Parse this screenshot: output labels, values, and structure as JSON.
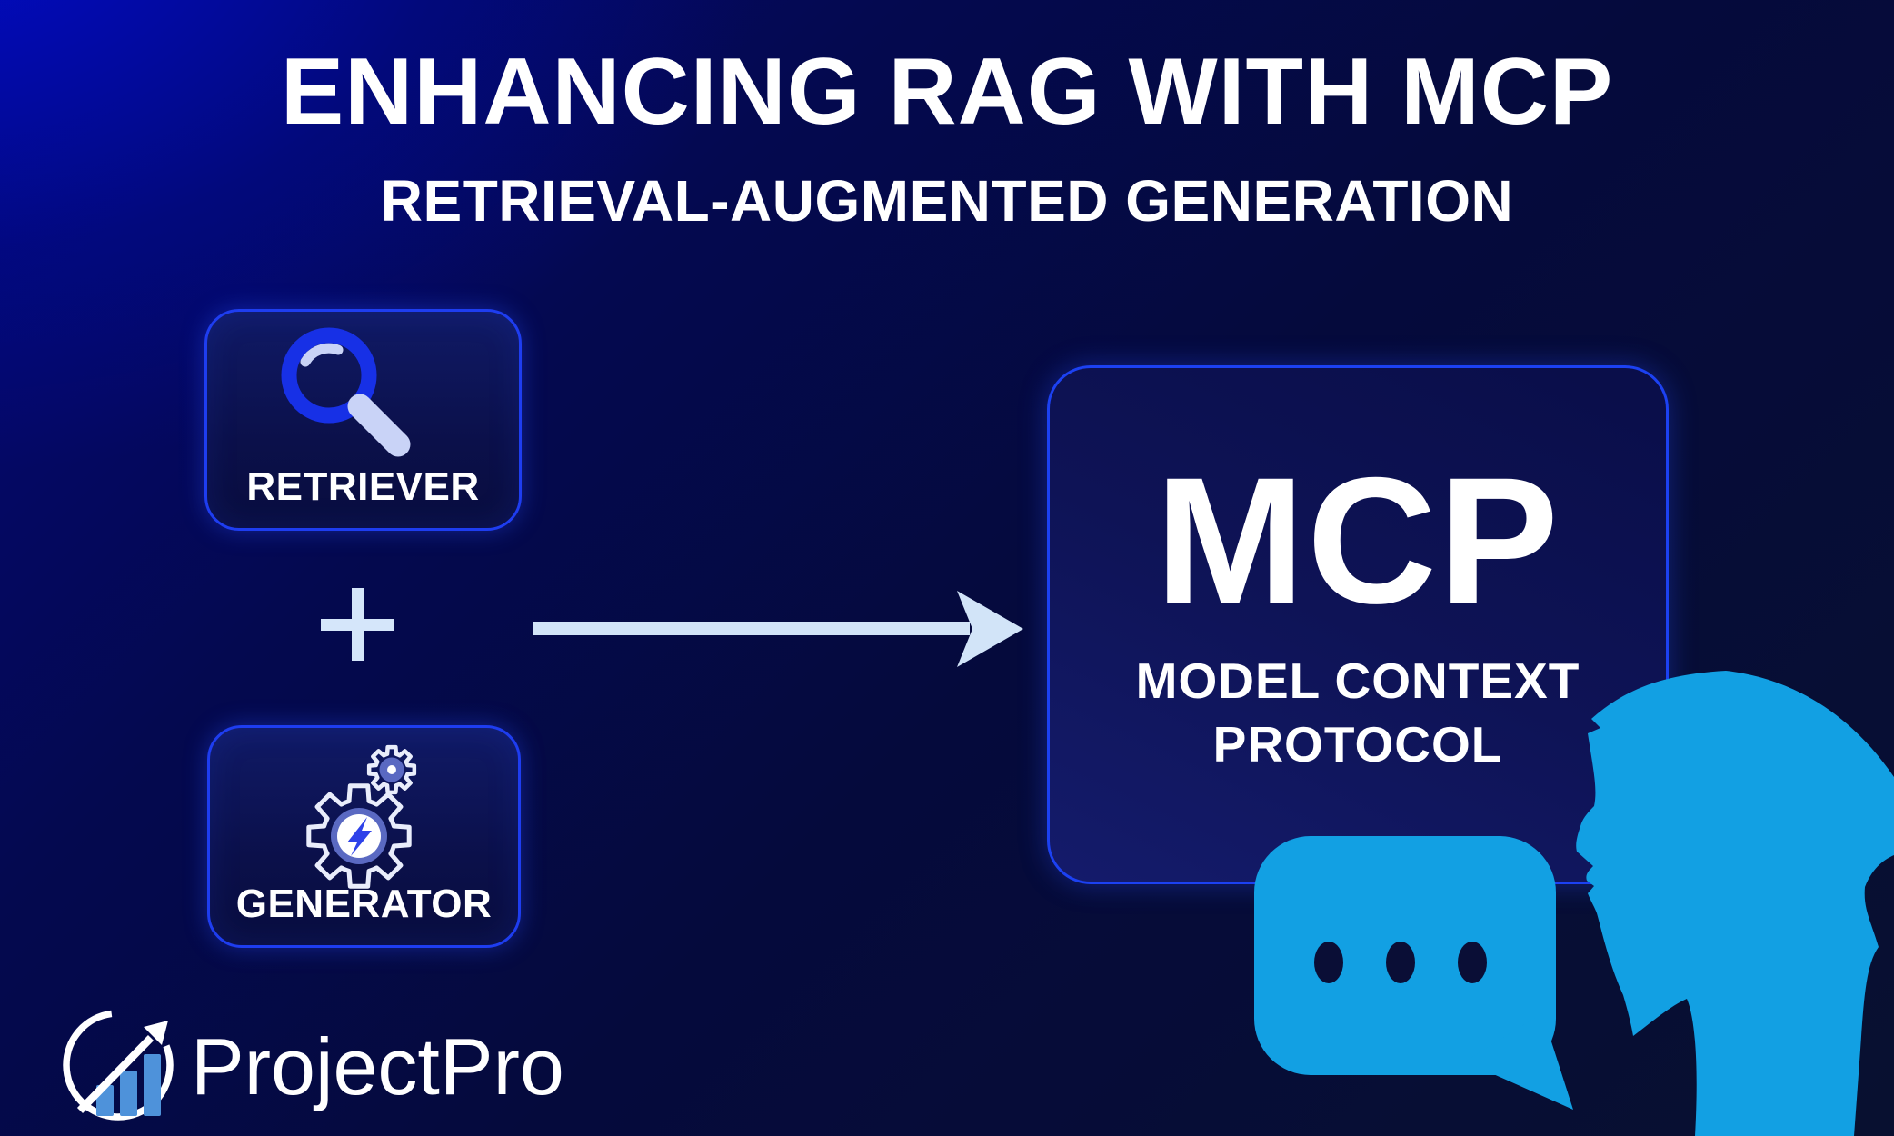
{
  "header": {
    "title": "ENHANCING RAG WITH MCP",
    "subtitle": "RETRIEVAL-AUGMENTED GENERATION"
  },
  "diagram": {
    "retriever_label": "RETRIEVER",
    "generator_label": "GENERATOR",
    "plus_symbol": "+",
    "mcp_abbr": "MCP",
    "mcp_line1": "MODEL CONTEXT",
    "mcp_line2": "PROTOCOL"
  },
  "branding": {
    "name": "ProjectPro"
  },
  "icons": [
    "magnifier-icon",
    "gear-icon",
    "small-gear-icon",
    "lightning-icon",
    "plus-icon",
    "arrow-right-icon",
    "speech-bubble-icon",
    "typing-dots-icon",
    "person-profile-silhouette",
    "projectpro-logo-icon"
  ],
  "colors": {
    "background_top_left": "#0109c0",
    "background_dark": "#050a3c",
    "card_border": "#1e3df0",
    "panel_border": "#1c41f2",
    "accent_light_blue": "#d5e6fa",
    "magnifier_ring": "#1730e6",
    "magnifier_handle": "#c9d3f7",
    "gear_outline": "#e9edfb",
    "gear_center": "#5a69c2",
    "lightning": "#2e42e9",
    "bubble_and_face": "#12a0e3",
    "typing_dots": "#0a0e36",
    "logo_bars": "#4e92da",
    "text": "#ffffff"
  }
}
